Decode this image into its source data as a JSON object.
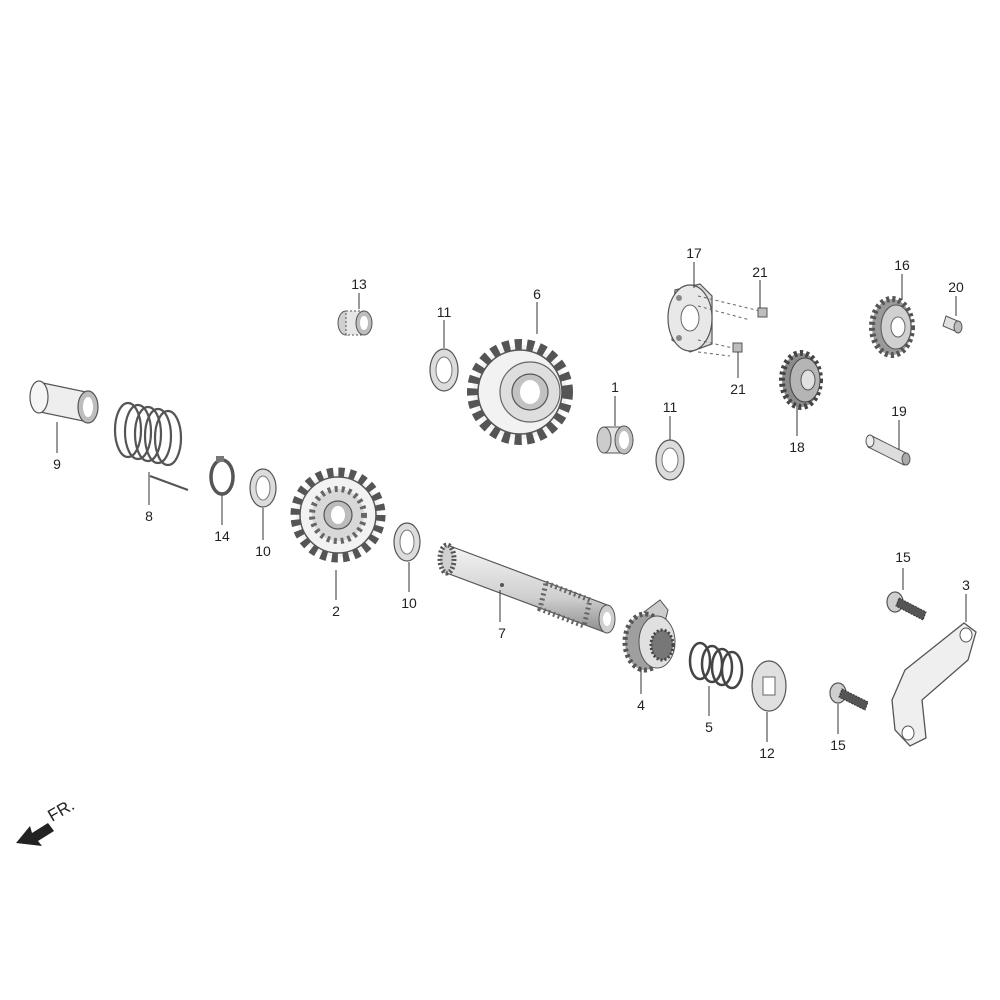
{
  "callouts": {
    "p1": "1",
    "p2": "2",
    "p3": "3",
    "p4": "4",
    "p5": "5",
    "p6": "6",
    "p7": "7",
    "p8": "8",
    "p9": "9",
    "p10a": "10",
    "p10b": "10",
    "p11a": "11",
    "p11b": "11",
    "p12": "12",
    "p13": "13",
    "p14": "14",
    "p15a": "15",
    "p15b": "15",
    "p16": "16",
    "p17": "17",
    "p18": "18",
    "p19": "19",
    "p20": "20",
    "p21a": "21",
    "p21b": "21"
  },
  "direction_label": "FR.",
  "colors": {
    "line": "#555555",
    "fill_light": "#f2f2f2",
    "fill_mid": "#d9d9d9",
    "fill_dark": "#9a9a9a"
  }
}
